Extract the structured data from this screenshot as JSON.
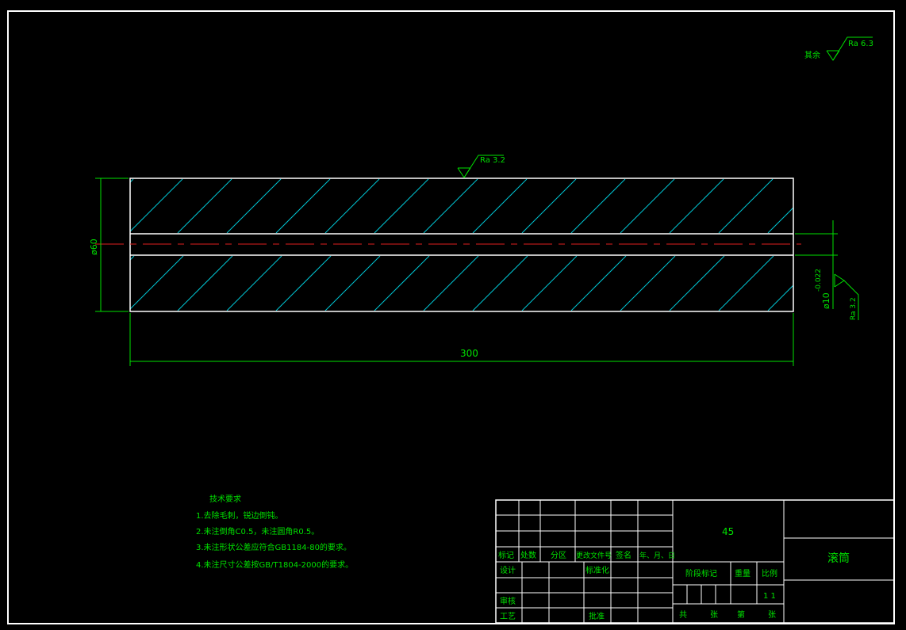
{
  "drawing": {
    "other_finish": {
      "label": "其余",
      "ra": "Ra 6.3"
    },
    "top_finish": "Ra 3.2",
    "bore_finish": "Ra 3.2",
    "dim_diameter": "ø60",
    "dim_bore": "ø10",
    "dim_bore_tol": "-0.022",
    "dim_length": "300"
  },
  "tech_requirements": {
    "title": "技术要求",
    "items": [
      "1.去除毛刺，锐边倒钝。",
      "2.未注倒角C0.5，未注圆角R0.5。",
      "3.未注形状公差应符合GB1184-80的要求。",
      "4.未注尺寸公差按GB/T1804-2000的要求。"
    ]
  },
  "title_block": {
    "material": "45",
    "part_name": "滚筒",
    "headers": [
      "标记",
      "处数",
      "分区",
      "更改文件号",
      "签名",
      "年、月、日"
    ],
    "design": "设计",
    "standardize": "标准化",
    "stage_mark": "阶段标记",
    "weight": "重量",
    "scale": "比例",
    "scale_value": "1  1",
    "review": "审核",
    "process": "工艺",
    "approve": "批准",
    "sheet_total": "共",
    "sheet_unit": "张",
    "sheet_index": "第",
    "sheet_unit2": "张"
  }
}
